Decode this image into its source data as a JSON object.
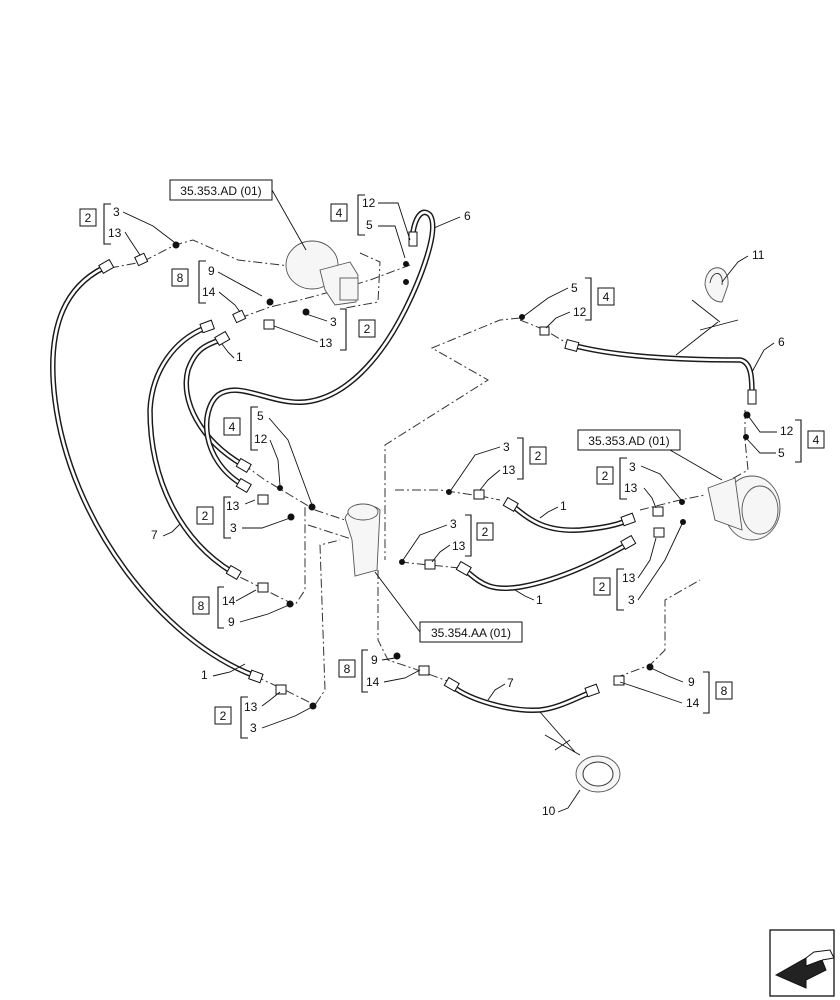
{
  "refs": {
    "motor_left": "35.353.AD (01)",
    "motor_right": "35.353.AD (01)",
    "valve": "35.354.AA (01)"
  },
  "callouts": {
    "c_a": {
      "box": "2",
      "top": "3",
      "bottom": "13"
    },
    "c_b": {
      "box": "8",
      "top": "9",
      "bottom": "14"
    },
    "c_c": {
      "box": "4",
      "top": "12",
      "bottom": "5"
    },
    "c_d": {
      "box": "2",
      "top": "3",
      "bottom": "13"
    },
    "c_e": {
      "box": "4",
      "top": "5",
      "bottom": "12"
    },
    "c_f": {
      "box": "4",
      "top": "5",
      "bottom": "12"
    },
    "c_g": {
      "box": "2",
      "top": "13",
      "bottom": "3"
    },
    "c_h": {
      "box": "8",
      "top": "14",
      "bottom": "9"
    },
    "c_i": {
      "box": "2",
      "top": "13",
      "bottom": "3"
    },
    "c_j": {
      "box": "2",
      "top": "3",
      "bottom": "13"
    },
    "c_k": {
      "box": "2",
      "top": "3",
      "bottom": "13"
    },
    "c_l": {
      "box": "4",
      "top": "12",
      "bottom": "5"
    },
    "c_m": {
      "box": "2",
      "top": "3",
      "bottom": "13"
    },
    "c_n": {
      "box": "2",
      "top": "13",
      "bottom": "3"
    },
    "c_o": {
      "box": "8",
      "top": "9",
      "bottom": "14"
    },
    "c_p": {
      "box": "8",
      "top": "9",
      "bottom": "14"
    }
  },
  "labels": {
    "l6a": "6",
    "l6b": "6",
    "l11": "11",
    "l1a": "1",
    "l1b": "1",
    "l1c": "1",
    "l1d": "1",
    "l7a": "7",
    "l7b": "7",
    "l10": "10"
  }
}
